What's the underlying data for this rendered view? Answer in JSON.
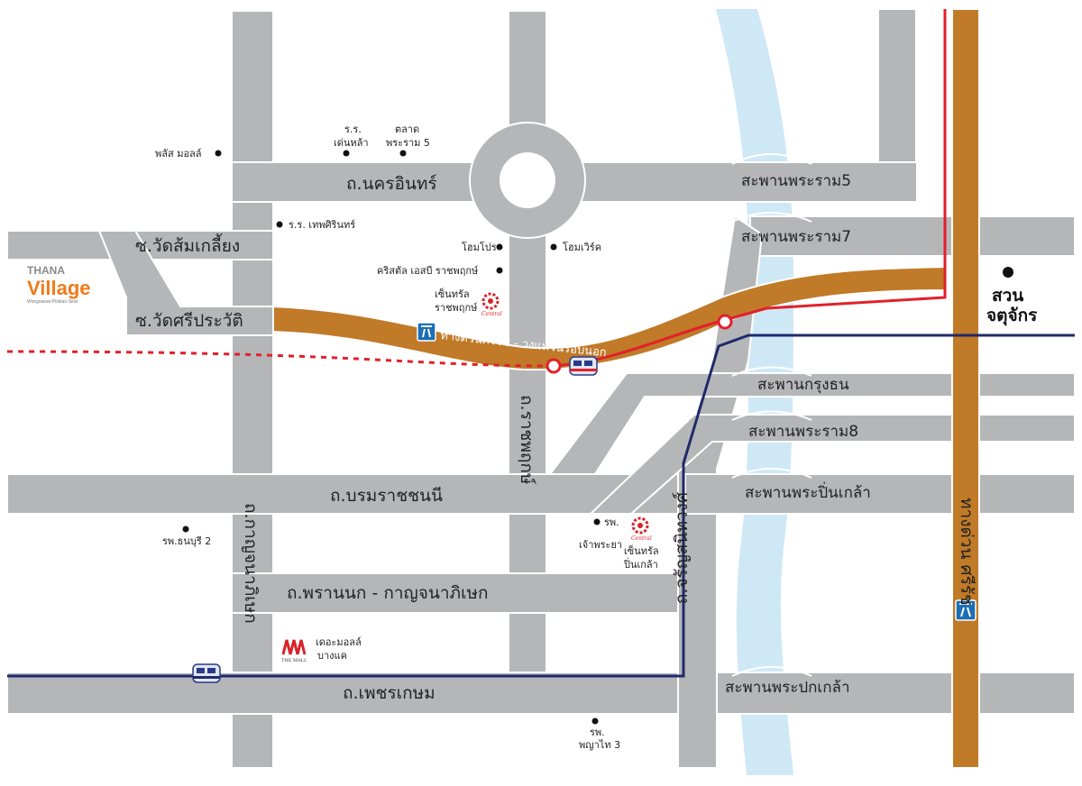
{
  "brand": {
    "name_top": "THANA",
    "name_main": "Village",
    "tagline": "Wongsawat-Pinklao-Sirat"
  },
  "roads": {
    "nakhon_in": "ถ.นครอินทร์",
    "wat_som_kliang": "ซ.วัดส้มเกลี้ยง",
    "wat_si_prawat": "ซ.วัดศรีประวัติ",
    "ratchaphruek": "ถ.ราชพฤกษ์",
    "borommaratchachonnani": "ถ.บรมราชชนนี",
    "kanchanaphisek": "ถ.กาญจนาภิเษก",
    "phran_nok_kanchanaphisek": "ถ.พรานนก - กาญจนาภิเษก",
    "charan_sanit_wong": "ถ.จรัญสนิทวงศ์",
    "phetkasem": "ถ.เพชรเกษม",
    "expressway": "ทางด่วนศรีรัช - วงแหวนรอบนอก",
    "chaloem_maha_nakhon": "ทางด่วน ศรีรัช"
  },
  "bridges": {
    "rama5": "สะพานพระราม5",
    "rama7": "สะพานพระราม7",
    "krung_thon": "สะพานกรุงธน",
    "rama8": "สะพานพระราม8",
    "pin_klao": "สะพานพระปิ่นเกล้า",
    "pok_klao": "สะพานพระปกเกล้า"
  },
  "pois": {
    "plus_mall": "พลัส มอลล์",
    "school_denla_1": "ร.ร.",
    "school_denla_2": "เด่นหล้า",
    "market_rama5_1": "ตลาด",
    "market_rama5_2": "พระราม 5",
    "school_thepsirin": "ร.ร. เทพศิรินทร์",
    "homepro": "โฮมโปร",
    "homeworks": "โฮมเวิร์ค",
    "crystal_sb": "คริสตัล เอสบี ราชพฤกษ์",
    "central_rp_1": "เซ็นทรัล",
    "central_rp_2": "ราชพฤกษ์",
    "central_logo_text": "Central",
    "hosp_thonburi2": "รพ.ธนบุรี 2",
    "hosp_chaophraya_1": "รพ.",
    "hosp_chaophraya_2": "เจ้าพระยา",
    "central_pk_1": "เซ็นทรัล",
    "central_pk_2": "ปิ่นเกล้า",
    "mall_bangkhae_1": "เดอะมอลล์",
    "mall_bangkhae_2": "บางแค",
    "mall_logo_text": "THE MALL",
    "hosp_phyathai3_1": "รพ.",
    "hosp_phyathai3_2": "พญาไท 3",
    "park_1": "สวน",
    "park_2": "จตุจักร"
  },
  "colors": {
    "road": "#b5b6b8",
    "road_edge": "#ffffff",
    "river": "#cfe8f6",
    "expressway": "#c07a28",
    "red_line": "#e2202a",
    "blue_line": "#1f2a6b",
    "logo_orange": "#f07a1a"
  },
  "icons": [
    "expressway-sign-icon",
    "train-icon",
    "central-logo-icon",
    "the-mall-logo-icon",
    "poi-dot-icon"
  ]
}
